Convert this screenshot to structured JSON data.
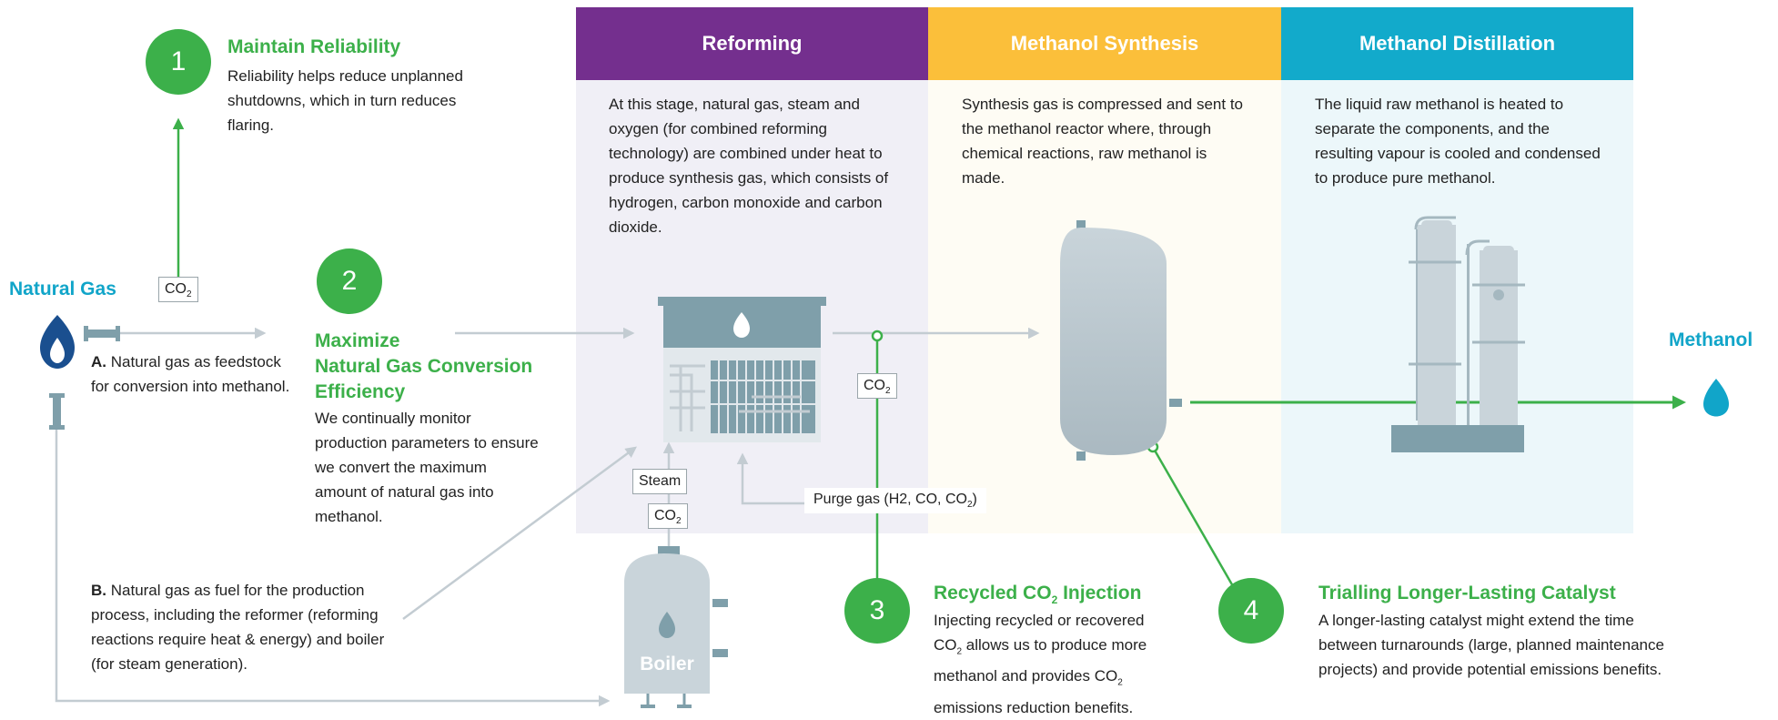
{
  "colors": {
    "reforming": "#742f8e",
    "synthesis": "#fbbf3a",
    "distillation": "#12aacb",
    "green": "#3cb04a",
    "blue_title": "#11a5c9",
    "equipment": "#7f9faa",
    "arrow_gray": "#c3ccd2"
  },
  "source": {
    "natural_gas_title": "Natural Gas",
    "feedstock_prefix": "A.",
    "feedstock_text": "Natural gas as feedstock for conversion into methanol.",
    "fuel_prefix": "B.",
    "fuel_text": "Natural gas as fuel for the production process, including the reformer (reforming reactions require heat & energy) and boiler (for steam generation).",
    "co2_label": "CO",
    "co2_sub": "2"
  },
  "initiatives": [
    {
      "number": "1",
      "title": "Maintain Reliability",
      "text": "Reliability helps reduce unplanned shutdowns, which in turn reduces flaring."
    },
    {
      "number": "2",
      "title_line1": "Maximize",
      "title_line2": "Natural Gas Conversion",
      "title_line3": "Efficiency",
      "text": "We continually monitor production parameters to ensure we convert the maximum amount of natural gas into methanol."
    },
    {
      "number": "3",
      "title_pre": "Recycled CO",
      "title_sub": "2",
      "title_post": " Injection",
      "text_a": "Injecting recycled or recovered",
      "text_b": "CO",
      "text_b_sub": "2",
      "text_c": " allows us to produce more",
      "text_d": "methanol and provides CO",
      "text_d_sub": "2",
      "text_e": "emissions reduction benefits."
    },
    {
      "number": "4",
      "title": "Trialling Longer-Lasting Catalyst",
      "text": "A longer-lasting catalyst might extend the time between turnarounds (large, planned maintenance projects) and provide potential emissions benefits."
    }
  ],
  "stages": [
    {
      "title": "Reforming",
      "text": "At this stage, natural gas, steam and oxygen (for combined reforming technology) are combined under heat to produce synthesis gas, which consists of hydrogen, carbon monoxide and carbon dioxide."
    },
    {
      "title": "Methanol Synthesis",
      "text": "Synthesis gas is compressed and sent to the methanol reactor where, through chemical reactions, raw methanol is made."
    },
    {
      "title": "Methanol Distillation",
      "text": "The liquid raw methanol is heated to separate the components, and the resulting vapour is cooled and condensed to produce pure methanol."
    }
  ],
  "labels": {
    "steam": "Steam",
    "co2": "CO",
    "co2_sub": "2",
    "purge_gas_pre": "Purge gas (H2, CO, CO",
    "purge_gas_sub": "2",
    "purge_gas_post": ")",
    "boiler": "Boiler",
    "methanol": "Methanol"
  }
}
